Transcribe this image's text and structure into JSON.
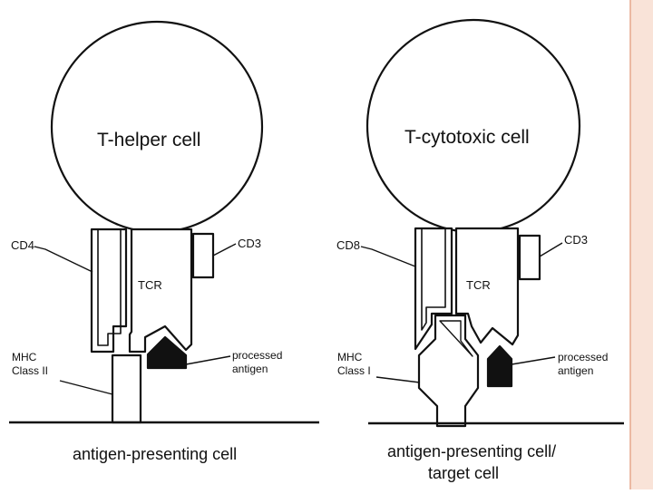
{
  "colors": {
    "side_band": "#f9e3d8",
    "side_band_border": "#e6a78c",
    "ink": "#111111"
  },
  "left_panel": {
    "cell_label": "T-helper cell",
    "coreceptor_label": "CD4",
    "cd3_label": "CD3",
    "tcr_label": "TCR",
    "mhc_label_line1": "MHC",
    "mhc_label_line2": "Class II",
    "antigen_label_line1": "processed",
    "antigen_label_line2": "antigen",
    "base_label": "antigen-presenting cell"
  },
  "right_panel": {
    "cell_label": "T-cytotoxic cell",
    "coreceptor_label": "CD8",
    "cd3_label": "CD3",
    "tcr_label": "TCR",
    "mhc_label_line1": "MHC",
    "mhc_label_line2": "Class I",
    "antigen_label_line1": "processed",
    "antigen_label_line2": "antigen",
    "base_label_line1": "antigen-presenting cell/",
    "base_label_line2": "target cell"
  }
}
